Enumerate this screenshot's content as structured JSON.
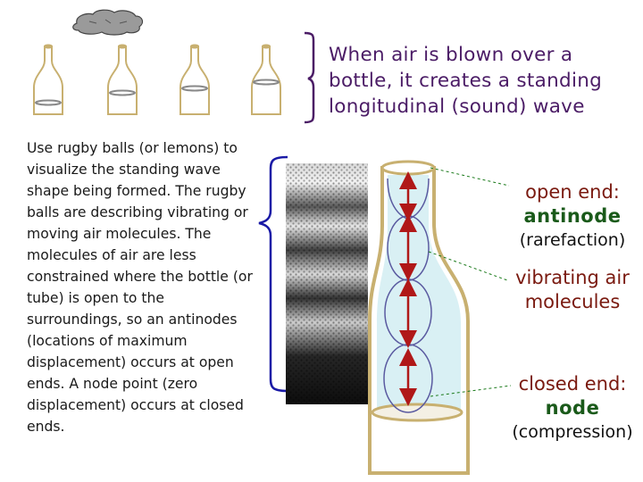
{
  "header": {
    "text": "When air is blown over a bottle, it creates a standing longitudinal (sound) wave"
  },
  "explanation": {
    "text": "Use rugby balls (or lemons) to visualize the standing wave shape being formed. The rugby balls are describing vibrating or moving air molecules. The molecules of air are less constrained where the bottle (or tube) is open to the surroundings, so an antinodes (locations of maximum displacement) occurs at open ends. A node point (zero displacement) occurs at closed ends."
  },
  "labels": {
    "open_end": "open end:",
    "antinode": "antinode",
    "rarefaction": "(rarefaction)",
    "vibrating": "vibrating air molecules",
    "closed_end": "closed end:",
    "node": "node",
    "compression": "(compression)"
  },
  "colors": {
    "header_text": "#4b1c66",
    "brace_purple": "#4b1c66",
    "brace_blue": "#1a1aa6",
    "arrow_red": "#b01818",
    "bottle_outline": "#c8b070",
    "air_fill": "#d9f0f4",
    "label_red": "#7a1a10",
    "label_green": "#1a5a1a"
  },
  "icons": [
    "cloud-icon",
    "small-bottle-icon",
    "arrow-icon"
  ]
}
